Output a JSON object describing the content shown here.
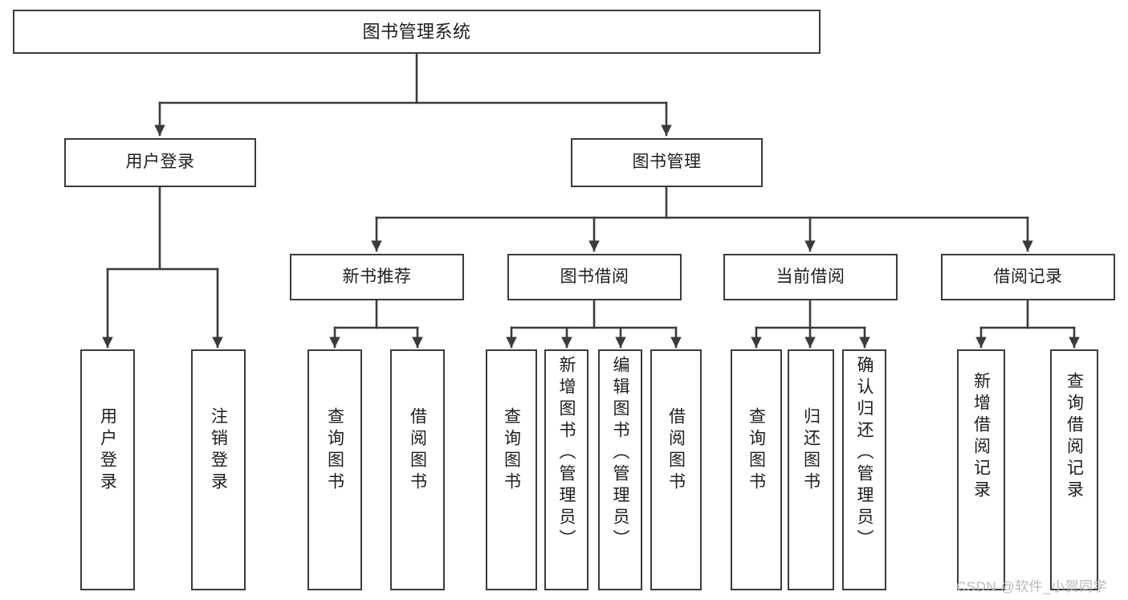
{
  "diagram": {
    "type": "tree",
    "title": "图书管理系统",
    "colors": {
      "stroke": "#3b3b3b",
      "fill": "#ffffff",
      "text": "#1d1d1d",
      "watermark": "#b9b9b9"
    },
    "root": {
      "id": "root",
      "label": "图书管理系统",
      "orientation": "horizontal"
    },
    "level2": [
      {
        "id": "user-login",
        "label": "用户登录",
        "orientation": "horizontal"
      },
      {
        "id": "book-manage",
        "label": "图书管理",
        "orientation": "horizontal"
      }
    ],
    "level3": [
      {
        "id": "new-book-recommend",
        "label": "新书推荐",
        "orientation": "horizontal",
        "parent": "book-manage"
      },
      {
        "id": "book-borrow",
        "label": "图书借阅",
        "orientation": "horizontal",
        "parent": "book-manage"
      },
      {
        "id": "current-borrow",
        "label": "当前借阅",
        "orientation": "horizontal",
        "parent": "book-manage"
      },
      {
        "id": "borrow-record",
        "label": "借阅记录",
        "orientation": "horizontal",
        "parent": "book-manage"
      }
    ],
    "leaves": [
      {
        "id": "leaf-user-login",
        "label": "用户登录",
        "orientation": "vertical",
        "parent": "user-login"
      },
      {
        "id": "leaf-logout",
        "label": "注销登录",
        "orientation": "vertical",
        "parent": "user-login"
      },
      {
        "id": "leaf-query-book-1",
        "label": "查询图书",
        "orientation": "vertical",
        "parent": "new-book-recommend"
      },
      {
        "id": "leaf-borrow-book-1",
        "label": "借阅图书",
        "orientation": "vertical",
        "parent": "new-book-recommend"
      },
      {
        "id": "leaf-query-book-2",
        "label": "查询图书",
        "orientation": "vertical",
        "parent": "book-borrow"
      },
      {
        "id": "leaf-add-book",
        "label": "新增图书（管理员）",
        "orientation": "vertical",
        "parent": "book-borrow"
      },
      {
        "id": "leaf-edit-book",
        "label": "编辑图书（管理员）",
        "orientation": "vertical",
        "parent": "book-borrow"
      },
      {
        "id": "leaf-borrow-book-2",
        "label": "借阅图书",
        "orientation": "vertical",
        "parent": "book-borrow"
      },
      {
        "id": "leaf-query-book-3",
        "label": "查询图书",
        "orientation": "vertical",
        "parent": "current-borrow"
      },
      {
        "id": "leaf-return-book",
        "label": "归还图书",
        "orientation": "vertical",
        "parent": "current-borrow"
      },
      {
        "id": "leaf-confirm-return",
        "label": "确认归还（管理员）",
        "orientation": "vertical",
        "parent": "current-borrow"
      },
      {
        "id": "leaf-add-record",
        "label": "新增借阅记录",
        "orientation": "vertical",
        "parent": "borrow-record"
      },
      {
        "id": "leaf-query-record",
        "label": "查询借阅记录",
        "orientation": "vertical",
        "parent": "borrow-record"
      }
    ]
  },
  "watermark": {
    "text": "CSDN @软件_小贺同学"
  }
}
